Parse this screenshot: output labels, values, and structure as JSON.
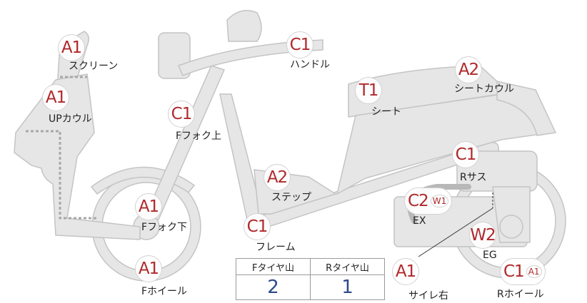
{
  "parts": [
    {
      "id": "screen",
      "code": "A1",
      "sub": "",
      "label": "スクリーン"
    },
    {
      "id": "upcowl",
      "code": "A1",
      "sub": "",
      "label": "UPカウル"
    },
    {
      "id": "fork-upper",
      "code": "C1",
      "sub": "",
      "label": "Fフォク上"
    },
    {
      "id": "handle",
      "code": "C1",
      "sub": "",
      "label": "ハンドル"
    },
    {
      "id": "seat",
      "code": "T1",
      "sub": "",
      "label": "シート"
    },
    {
      "id": "seatcowl",
      "code": "A2",
      "sub": "",
      "label": "シートカウル"
    },
    {
      "id": "step",
      "code": "A2",
      "sub": "",
      "label": "ステップ"
    },
    {
      "id": "fork-lower",
      "code": "A1",
      "sub": "",
      "label": "Fフォク下"
    },
    {
      "id": "frame",
      "code": "C1",
      "sub": "",
      "label": "フレーム"
    },
    {
      "id": "fwheel",
      "code": "A1",
      "sub": "",
      "label": "Fホイール"
    },
    {
      "id": "rsus",
      "code": "C1",
      "sub": "",
      "label": "Rサス"
    },
    {
      "id": "ex",
      "code": "C2",
      "sub": "W1",
      "label": "EX"
    },
    {
      "id": "eg",
      "code": "W2",
      "sub": "",
      "label": "EG"
    },
    {
      "id": "muffler-right",
      "code": "A1",
      "sub": "",
      "label": "サイレ右"
    },
    {
      "id": "rwheel",
      "code": "C1",
      "sub": "A1",
      "label": "Rホイール"
    }
  ],
  "tire_table": {
    "headers": [
      "Fタイヤ山",
      "Rタイヤ山"
    ],
    "values": [
      "2",
      "1"
    ]
  },
  "colors": {
    "code": "#b0282b",
    "tread_value": "#2b4a8c",
    "part_fill": "#e6e6e6",
    "part_stroke": "#c4c4c4"
  }
}
